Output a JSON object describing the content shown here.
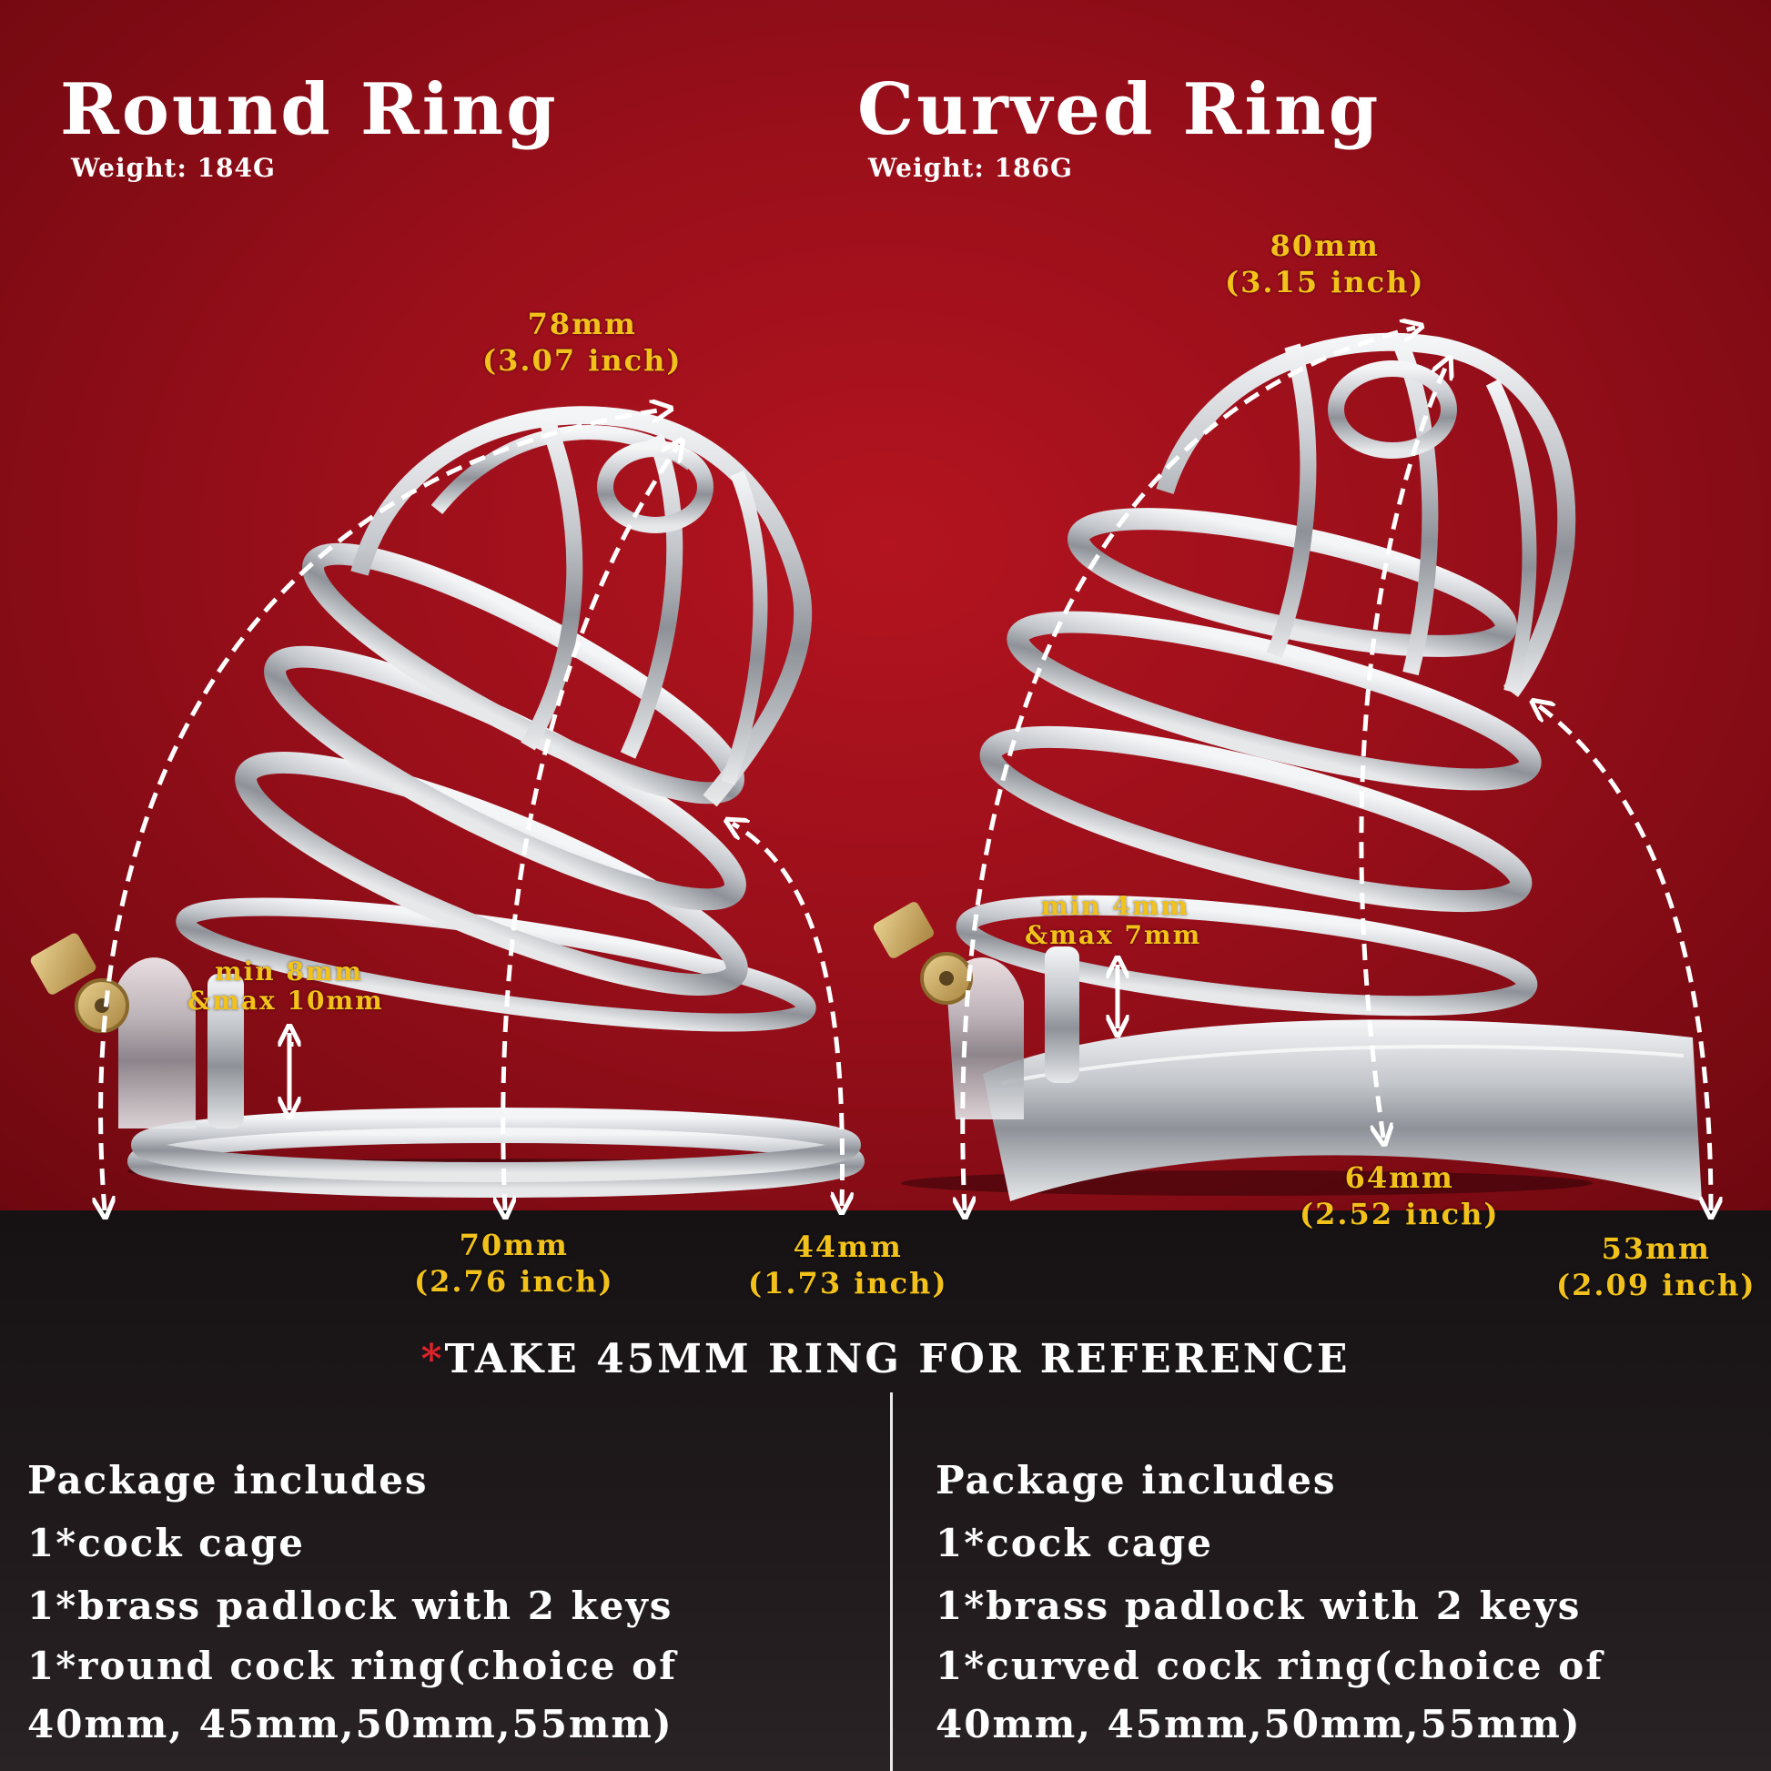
{
  "colors": {
    "background_red": "#a0111c",
    "floor_black": "#1a1517",
    "dimension_gold": "#f3c21a",
    "text_white": "#ffffff",
    "asterisk_red": "#e0222a",
    "metal": "#d9dbde",
    "brass": "#c9a45a"
  },
  "left": {
    "title": "Round Ring",
    "weight": "Weight:  184G",
    "dim_top": {
      "mm": "78mm",
      "inch": "(3.07 inch)"
    },
    "dim_gap": {
      "line1": "min 8mm",
      "line2": "&max 10mm"
    },
    "dim_length": {
      "mm": "70mm",
      "inch": "(2.76 inch)"
    },
    "dim_front": {
      "mm": "44mm",
      "inch": "(1.73 inch)"
    },
    "package": {
      "heading": "Package includes",
      "items": [
        "1*cock cage",
        "1*brass padlock with 2 keys",
        "1*round cock ring(choice of 40mm, 45mm,50mm,55mm)"
      ]
    }
  },
  "right": {
    "title": "Curved Ring",
    "weight": "Weight:  186G",
    "dim_top": {
      "mm": "80mm",
      "inch": "(3.15 inch)"
    },
    "dim_gap": {
      "line1": "min 4mm",
      "line2": "&max 7mm"
    },
    "dim_length": {
      "mm": "64mm",
      "inch": "(2.52 inch)"
    },
    "dim_front": {
      "mm": "53mm",
      "inch": "(2.09 inch)"
    },
    "package": {
      "heading": "Package includes",
      "items": [
        "1*cock cage",
        "1*brass padlock with 2 keys",
        "1*curved cock ring(choice of 40mm, 45mm,50mm,55mm)"
      ]
    }
  },
  "reference_note": {
    "asterisk": "*",
    "text": "TAKE 45MM RING FOR REFERENCE"
  }
}
